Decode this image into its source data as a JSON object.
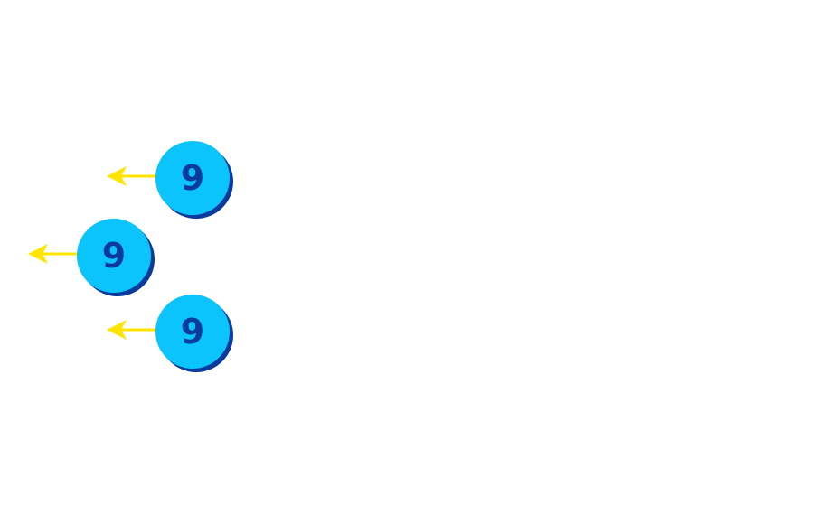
{
  "tokens": [
    {
      "number": "9",
      "direction": "left"
    },
    {
      "number": "9",
      "direction": "left"
    },
    {
      "number": "9",
      "direction": "left"
    }
  ],
  "colors": {
    "ball_fill": "#0bc4fb",
    "ball_shadow": "#0a3a9c",
    "digit": "#0a3a9c",
    "arrow": "#ffe400"
  },
  "icons": {
    "arrow": "arrow-left-icon"
  }
}
